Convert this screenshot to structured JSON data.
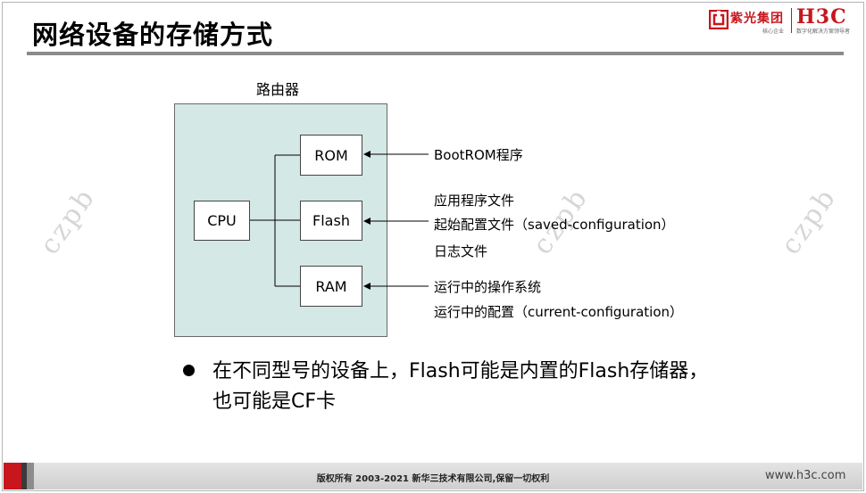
{
  "slide": {
    "title": "网络设备的存储方式"
  },
  "logos": {
    "unis_name": "紫光集团",
    "unis_sub": "核心企业",
    "h3c_mark": "H3C",
    "h3c_sub": "数字化解决方案领导者"
  },
  "diagram": {
    "router_label": "路由器",
    "components": {
      "cpu": "CPU",
      "rom": "ROM",
      "flash": "Flash",
      "ram": "RAM"
    },
    "annotations": {
      "rom": [
        "BootROM程序"
      ],
      "flash": [
        "应用程序文件",
        "起始配置文件（saved-configuration）",
        "日志文件"
      ],
      "ram": [
        "运行中的操作系统",
        "运行中的配置（current-configuration）"
      ]
    }
  },
  "bullet": {
    "text": "在不同型号的设备上，Flash可能是内置的Flash存储器，也可能是CF卡"
  },
  "watermark": "czpb",
  "footer": {
    "copyright": "版权所有 2003-2021 新华三技术有限公司,保留一切权利",
    "website": "www.h3c.com"
  },
  "colors": {
    "brand_red": "#c8161d",
    "router_fill": "#d4e8e5"
  }
}
